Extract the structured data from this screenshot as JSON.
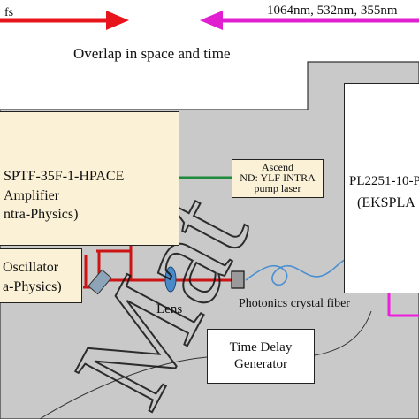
{
  "top_arrows": {
    "left_label": "fs",
    "right_label": "1064nm, 532nm, 355nm",
    "overlap_text": "Overlap in space and time",
    "left_arrow_color": "#e8141c",
    "right_arrow_color": "#e020d0"
  },
  "amplifier": {
    "line1": "SPTF-35F-1-HPACE",
    "line2": "Amplifier",
    "line3": "ntra-Physics)"
  },
  "pump_laser": {
    "line1": "Ascend",
    "line2": "ND: YLF INTRA",
    "line3": "pump laser"
  },
  "ekspla": {
    "line1": "PL2251-10-P",
    "line2": "(EKSPLA"
  },
  "oscillator": {
    "line1": "Oscillator",
    "line2": "a-Physics)"
  },
  "lens_label": "Lens",
  "fiber_label": "Photonics crystal fiber",
  "delay_generator": {
    "line1": "Time Delay",
    "line2": "Generator"
  },
  "watermark": "Mat",
  "colors": {
    "table_gray": "#c9c9c9",
    "box_fill": "#fbf1d6",
    "beam_red": "#cc1414",
    "beam_magenta": "#ee1ee0",
    "green_line": "#1d8a3c",
    "fiber_blue": "#4a8fd0",
    "lens_blue": "#4a8ac8"
  }
}
